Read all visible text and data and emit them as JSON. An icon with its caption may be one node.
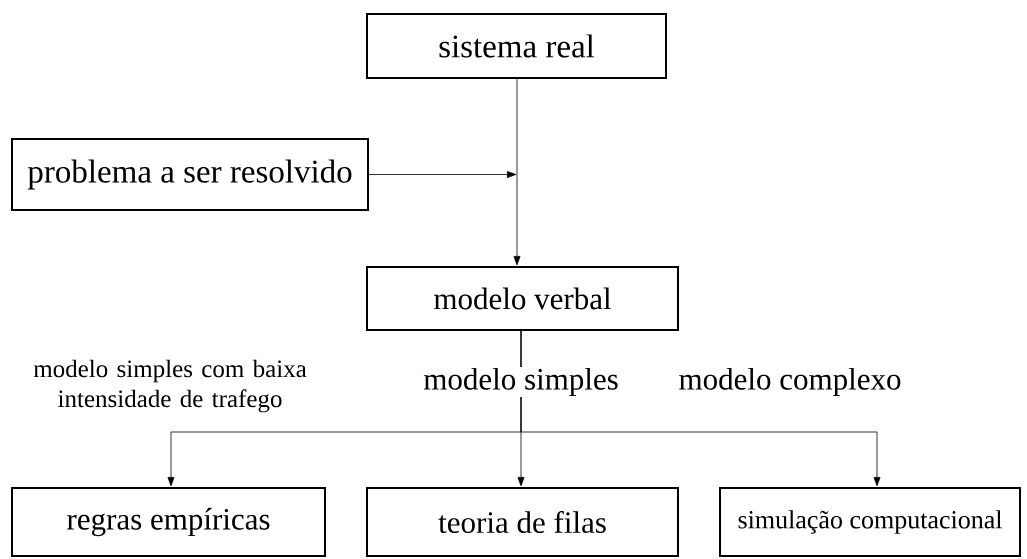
{
  "diagram": {
    "nodes": [
      {
        "text": [
          "sistema real"
        ]
      },
      {
        "text": [
          "problema a ser resolvido"
        ]
      },
      {
        "text": [
          "modelo verbal"
        ]
      },
      {
        "text": [
          "regras empíricas"
        ]
      },
      {
        "text": [
          "teoria de filas"
        ]
      },
      {
        "text": [
          "simulação computacional"
        ]
      }
    ],
    "edges": [
      {
        "from": 0,
        "to": 2,
        "arrow": "to"
      },
      {
        "from": 1,
        "to": null,
        "arrow": "to"
      },
      {
        "from": 2,
        "to": 3,
        "arrow": "to",
        "label": "modelo simples com baixa intensidade de trafego"
      },
      {
        "from": 2,
        "to": 4,
        "arrow": "to",
        "label": "modelo simples"
      },
      {
        "from": 2,
        "to": 5,
        "arrow": "to",
        "label": "modelo complexo"
      }
    ]
  }
}
